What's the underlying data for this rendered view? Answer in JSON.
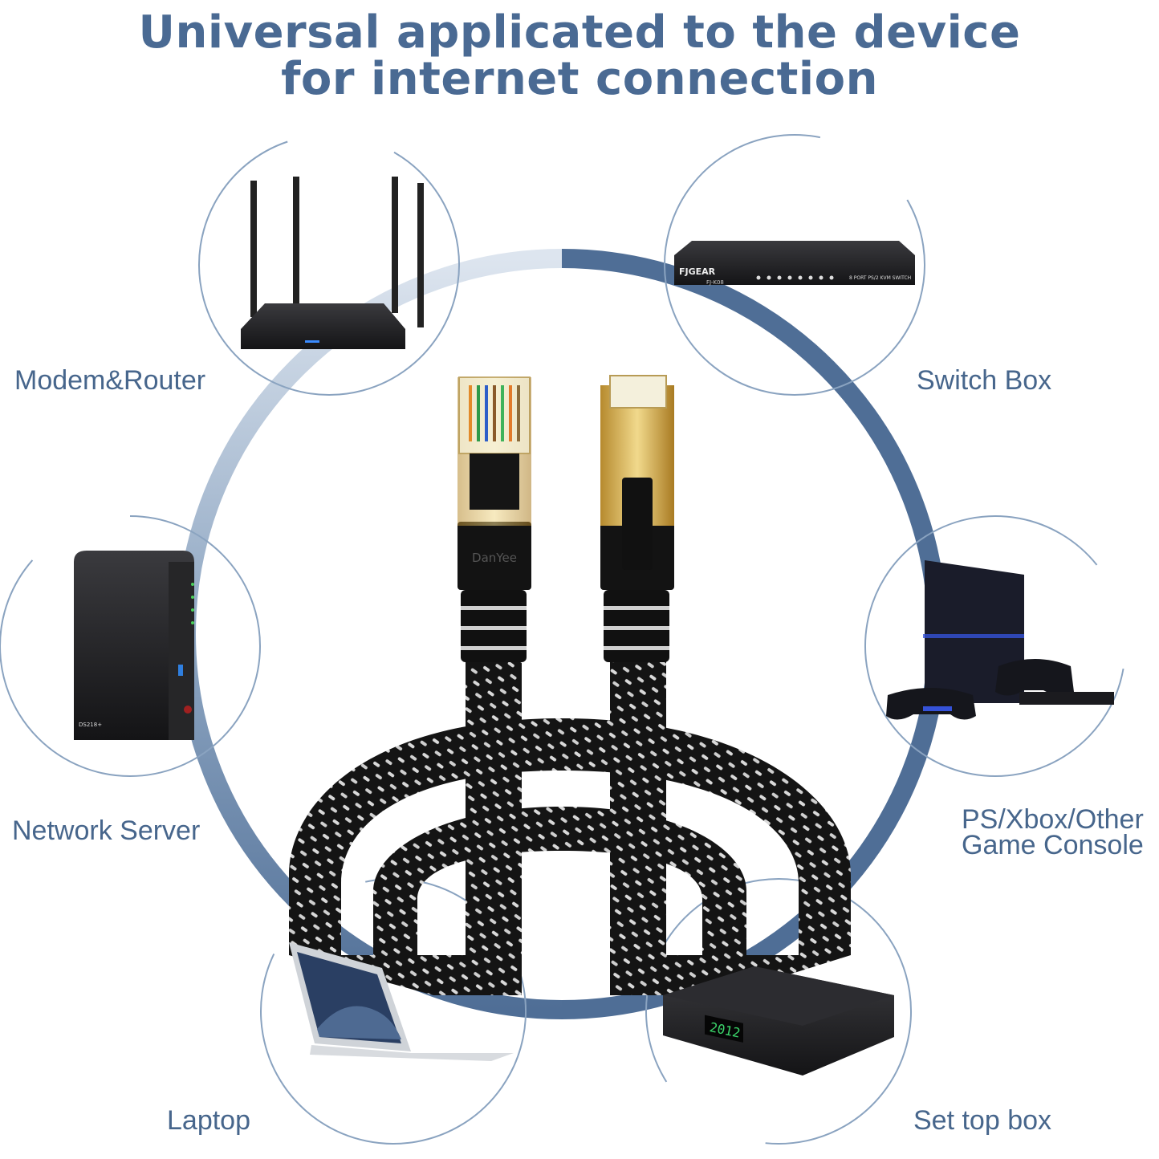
{
  "headline": {
    "line1": "Universal applicated to the device",
    "line2": "for internet connection"
  },
  "devices": {
    "router": {
      "label": "Modem&Router",
      "icon": "router-icon"
    },
    "switch": {
      "label": "Switch Box",
      "icon": "kvm-switch-icon",
      "brand": "FJGEAR",
      "model": "FJ-K08",
      "desc": "8 PORT PS/2 KVM SWITCH"
    },
    "server": {
      "label": "Network Server",
      "icon": "nas-server-icon",
      "model": "DS218+"
    },
    "console": {
      "label_line1": "PS/Xbox/Other",
      "label_line2": "Game Console",
      "icon": "game-console-icon"
    },
    "laptop": {
      "label": "Laptop",
      "icon": "laptop-icon"
    },
    "settop": {
      "label": "Set top box",
      "icon": "set-top-box-icon",
      "display": "2012"
    }
  },
  "cable": {
    "brand": "DanYee",
    "icon": "ethernet-cable-icon"
  },
  "colors": {
    "accent": "#4a6a93",
    "ring": "#4f6e96",
    "ring_light": "#dfe7f1",
    "bubble": "#8aa3c0",
    "gold": "#d6b25a"
  }
}
